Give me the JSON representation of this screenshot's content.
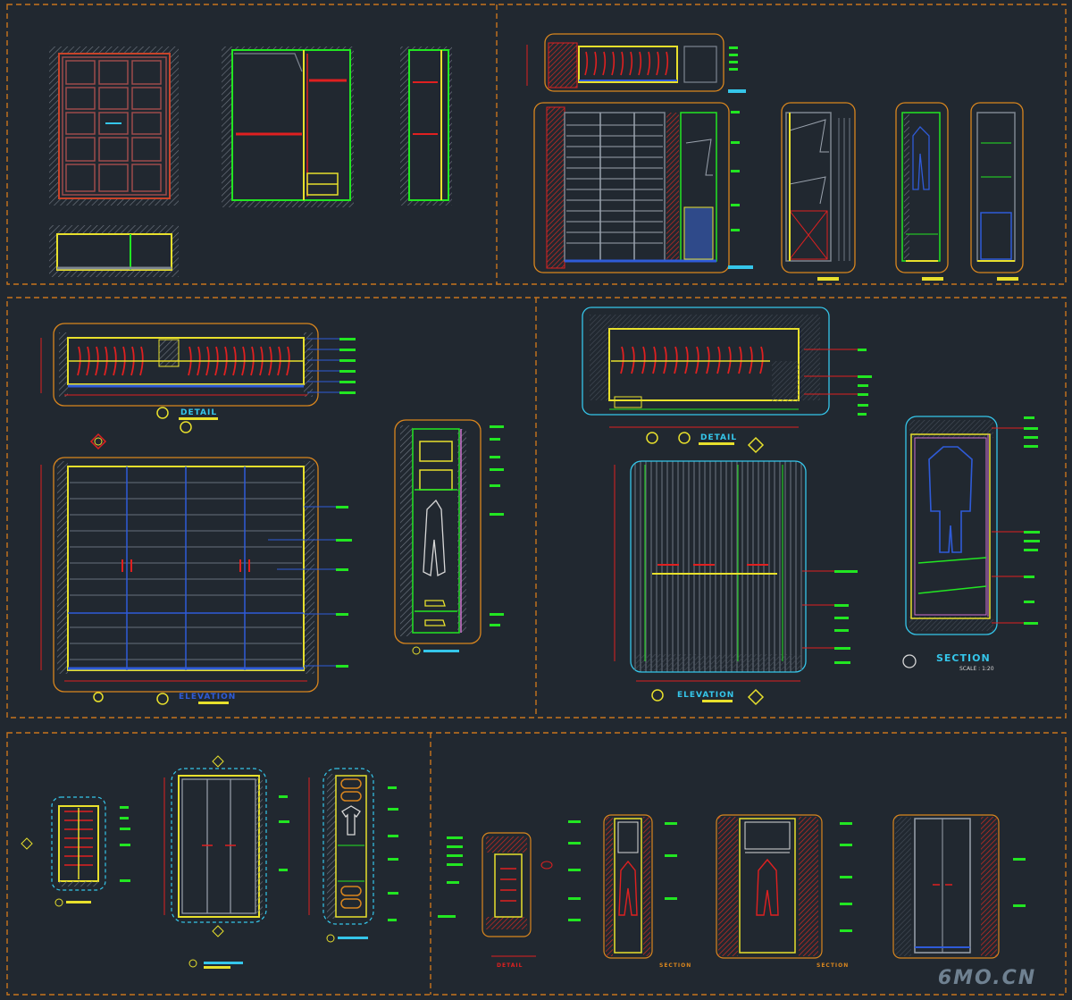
{
  "labels": {
    "detail": "DETAIL",
    "elevation": "ELEVATION",
    "section": "SECTION",
    "scale": "SCALE : 1:20"
  },
  "watermark": "6MO.CN",
  "colors": {
    "background": "#212830",
    "panel_border": "#c8741c",
    "yellow": "#e8e02c",
    "green": "#22e622",
    "red": "#e02020",
    "blue": "#2f5bd8",
    "cyan": "#35c6ea",
    "white": "#d8d8d8",
    "gray": "#7d8590",
    "orange": "#d9861e"
  }
}
